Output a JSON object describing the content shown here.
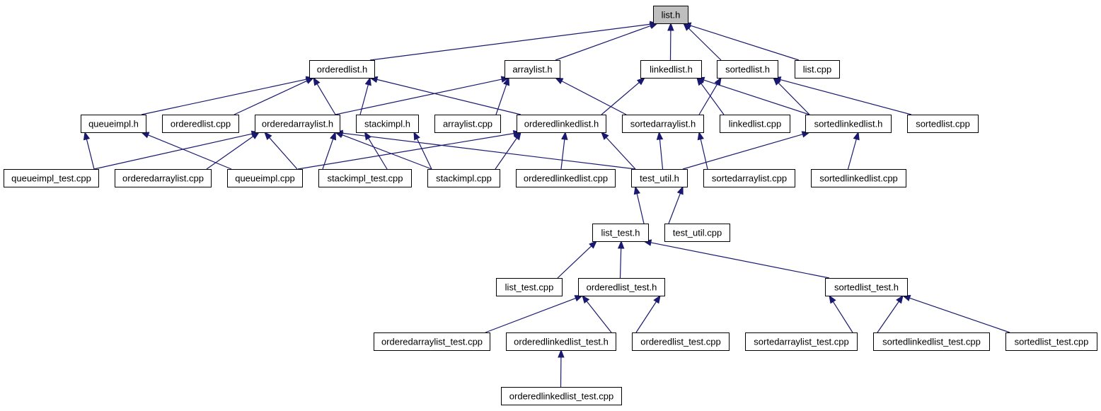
{
  "colors": {
    "edge": "#191970",
    "node_fill": "#ffffff",
    "root_fill": "#bfbfbf",
    "border": "#000000"
  },
  "nodes": [
    {
      "id": "list_h",
      "label": "list.h",
      "root": true
    },
    {
      "id": "orderedlist_h",
      "label": "orderedlist.h"
    },
    {
      "id": "arraylist_h",
      "label": "arraylist.h"
    },
    {
      "id": "linkedlist_h",
      "label": "linkedlist.h"
    },
    {
      "id": "sortedlist_h",
      "label": "sortedlist.h"
    },
    {
      "id": "list_cpp",
      "label": "list.cpp"
    },
    {
      "id": "queueimpl_h",
      "label": "queueimpl.h"
    },
    {
      "id": "orderedlist_cpp",
      "label": "orderedlist.cpp"
    },
    {
      "id": "orderedarraylist_h",
      "label": "orderedarraylist.h"
    },
    {
      "id": "stackimpl_h",
      "label": "stackimpl.h"
    },
    {
      "id": "arraylist_cpp",
      "label": "arraylist.cpp"
    },
    {
      "id": "orderedlinkedlist_h",
      "label": "orderedlinkedlist.h"
    },
    {
      "id": "sortedarraylist_h",
      "label": "sortedarraylist.h"
    },
    {
      "id": "linkedlist_cpp",
      "label": "linkedlist.cpp"
    },
    {
      "id": "sortedlinkedlist_h",
      "label": "sortedlinkedlist.h"
    },
    {
      "id": "sortedlist_cpp",
      "label": "sortedlist.cpp"
    },
    {
      "id": "queueimpl_test_cpp",
      "label": "queueimpl_test.cpp"
    },
    {
      "id": "orderedarraylist_cpp",
      "label": "orderedarraylist.cpp"
    },
    {
      "id": "queueimpl_cpp",
      "label": "queueimpl.cpp"
    },
    {
      "id": "stackimpl_test_cpp",
      "label": "stackimpl_test.cpp"
    },
    {
      "id": "stackimpl_cpp",
      "label": "stackimpl.cpp"
    },
    {
      "id": "orderedlinkedlist_cpp",
      "label": "orderedlinkedlist.cpp"
    },
    {
      "id": "test_util_h",
      "label": "test_util.h"
    },
    {
      "id": "sortedarraylist_cpp",
      "label": "sortedarraylist.cpp"
    },
    {
      "id": "sortedlinkedlist_cpp",
      "label": "sortedlinkedlist.cpp"
    },
    {
      "id": "list_test_h",
      "label": "list_test.h"
    },
    {
      "id": "test_util_cpp",
      "label": "test_util.cpp"
    },
    {
      "id": "list_test_cpp",
      "label": "list_test.cpp"
    },
    {
      "id": "orderedlist_test_h",
      "label": "orderedlist_test.h"
    },
    {
      "id": "sortedlist_test_h",
      "label": "sortedlist_test.h"
    },
    {
      "id": "orderedarraylist_test_cpp",
      "label": "orderedarraylist_test.cpp"
    },
    {
      "id": "orderedlinkedlist_test_h",
      "label": "orderedlinkedlist_test.h"
    },
    {
      "id": "orderedlist_test_cpp",
      "label": "orderedlist_test.cpp"
    },
    {
      "id": "sortedarraylist_test_cpp",
      "label": "sortedarraylist_test.cpp"
    },
    {
      "id": "sortedlinkedlist_test_cpp",
      "label": "sortedlinkedlist_test.cpp"
    },
    {
      "id": "sortedlist_test_cpp",
      "label": "sortedlist_test.cpp"
    },
    {
      "id": "orderedlinkedlist_test_cpp",
      "label": "orderedlinkedlist_test.cpp"
    }
  ],
  "edges": [
    [
      "orderedlist_h",
      "list_h"
    ],
    [
      "arraylist_h",
      "list_h"
    ],
    [
      "linkedlist_h",
      "list_h"
    ],
    [
      "sortedlist_h",
      "list_h"
    ],
    [
      "list_cpp",
      "list_h"
    ],
    [
      "queueimpl_h",
      "orderedlist_h"
    ],
    [
      "orderedlist_cpp",
      "orderedlist_h"
    ],
    [
      "orderedarraylist_h",
      "orderedlist_h"
    ],
    [
      "stackimpl_h",
      "orderedlist_h"
    ],
    [
      "orderedlinkedlist_h",
      "orderedlist_h"
    ],
    [
      "orderedarraylist_h",
      "arraylist_h"
    ],
    [
      "arraylist_cpp",
      "arraylist_h"
    ],
    [
      "sortedarraylist_h",
      "arraylist_h"
    ],
    [
      "orderedlinkedlist_h",
      "linkedlist_h"
    ],
    [
      "linkedlist_cpp",
      "linkedlist_h"
    ],
    [
      "sortedlinkedlist_h",
      "linkedlist_h"
    ],
    [
      "sortedarraylist_h",
      "sortedlist_h"
    ],
    [
      "sortedlinkedlist_h",
      "sortedlist_h"
    ],
    [
      "sortedlist_cpp",
      "sortedlist_h"
    ],
    [
      "queueimpl_test_cpp",
      "queueimpl_h"
    ],
    [
      "queueimpl_cpp",
      "queueimpl_h"
    ],
    [
      "queueimpl_test_cpp",
      "orderedarraylist_h"
    ],
    [
      "orderedarraylist_cpp",
      "orderedarraylist_h"
    ],
    [
      "queueimpl_cpp",
      "orderedarraylist_h"
    ],
    [
      "stackimpl_test_cpp",
      "orderedarraylist_h"
    ],
    [
      "stackimpl_cpp",
      "orderedarraylist_h"
    ],
    [
      "test_util_h",
      "orderedarraylist_h"
    ],
    [
      "stackimpl_test_cpp",
      "stackimpl_h"
    ],
    [
      "stackimpl_cpp",
      "stackimpl_h"
    ],
    [
      "queueimpl_cpp",
      "orderedlinkedlist_h"
    ],
    [
      "stackimpl_cpp",
      "orderedlinkedlist_h"
    ],
    [
      "orderedlinkedlist_cpp",
      "orderedlinkedlist_h"
    ],
    [
      "test_util_h",
      "orderedlinkedlist_h"
    ],
    [
      "test_util_h",
      "sortedarraylist_h"
    ],
    [
      "sortedarraylist_cpp",
      "sortedarraylist_h"
    ],
    [
      "test_util_h",
      "sortedlinkedlist_h"
    ],
    [
      "sortedlinkedlist_cpp",
      "sortedlinkedlist_h"
    ],
    [
      "list_test_h",
      "test_util_h"
    ],
    [
      "test_util_cpp",
      "test_util_h"
    ],
    [
      "list_test_cpp",
      "list_test_h"
    ],
    [
      "orderedlist_test_h",
      "list_test_h"
    ],
    [
      "sortedlist_test_h",
      "list_test_h"
    ],
    [
      "orderedarraylist_test_cpp",
      "orderedlist_test_h"
    ],
    [
      "orderedlinkedlist_test_h",
      "orderedlist_test_h"
    ],
    [
      "orderedlist_test_cpp",
      "orderedlist_test_h"
    ],
    [
      "sortedarraylist_test_cpp",
      "sortedlist_test_h"
    ],
    [
      "sortedlinkedlist_test_cpp",
      "sortedlist_test_h"
    ],
    [
      "sortedlist_test_cpp",
      "sortedlist_test_h"
    ],
    [
      "orderedlinkedlist_test_cpp",
      "orderedlinkedlist_test_h"
    ]
  ]
}
